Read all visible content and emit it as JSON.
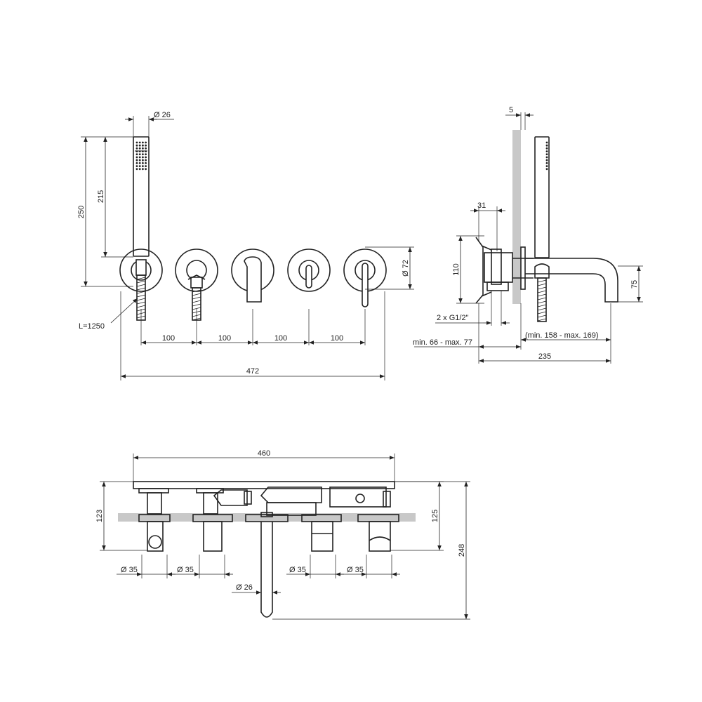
{
  "front_view": {
    "diameter_top": "Ø 26",
    "height_250": "250",
    "height_215": "215",
    "diameter_72": "Ø 72",
    "hose_length": "L=1250",
    "spacing": [
      "100",
      "100",
      "100",
      "100"
    ],
    "total_width": "472"
  },
  "side_view": {
    "panel_5": "5",
    "depth_31": "31",
    "height_110": "110",
    "spout_height_75": "75",
    "connections": "2 x G1/2\"",
    "depth_range": "min. 66 - max. 77",
    "spout_range": "(min. 158 - max. 169)",
    "total_235": "235"
  },
  "top_view": {
    "width_460": "460",
    "height_123": "123",
    "height_125": "125",
    "height_248": "248",
    "diam_35": [
      "Ø 35",
      "Ø 35",
      "Ø 35",
      "Ø 35"
    ],
    "diam_spout": "Ø 26"
  }
}
